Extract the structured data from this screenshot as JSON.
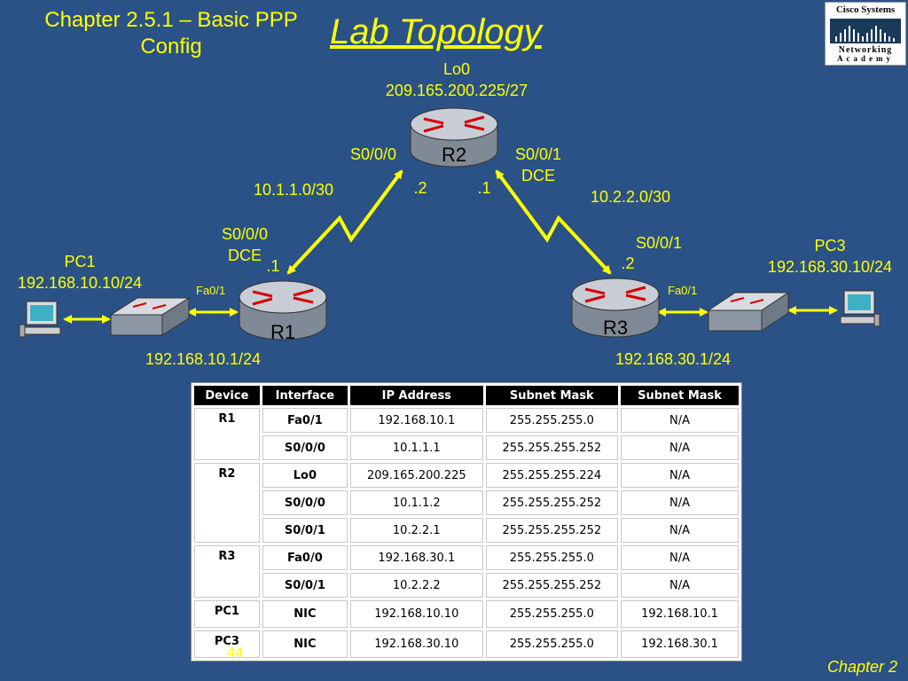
{
  "header": {
    "chapter_line1": "Chapter 2.5.1 – Basic PPP",
    "chapter_line2": "Config",
    "title": "Lab Topology"
  },
  "logo": {
    "line1": "Cisco Systems",
    "line2": "Networking",
    "line3": "Academy"
  },
  "topology": {
    "devices": {
      "r1": "R1",
      "r2": "R2",
      "r3": "R3",
      "pc1": "PC1",
      "pc3": "PC3"
    },
    "labels": {
      "r2_lo0": "Lo0",
      "r2_lo0_ip": "209.165.200.225/27",
      "r2_s000": "S0/0/0",
      "r2_s001": "S0/0/1",
      "r2_dce": "DCE",
      "net_10_1": "10.1.1.0/30",
      "net_10_2": "10.2.2.0/30",
      "r2_left_host": ".2",
      "r2_right_host": ".1",
      "r1_s000": "S0/0/0",
      "r1_dce": "DCE",
      "r1_host": ".1",
      "r3_s001": "S0/0/1",
      "r3_host": ".2",
      "pc1_ip": "192.168.10.10/24",
      "pc3_ip": "192.168.30.10/24",
      "r1_fa": "Fa0/1",
      "r3_fa": "Fa0/1",
      "r1_lan_ip": "192.168.10.1/24",
      "r3_lan_ip": "192.168.30.1/24"
    }
  },
  "table": {
    "headers": [
      "Device",
      "Interface",
      "IP Address",
      "Subnet Mask",
      "Subnet Mask"
    ],
    "rows": [
      {
        "device": "R1",
        "interface": "Fa0/1",
        "ip": "192.168.10.1",
        "mask": "255.255.255.0",
        "gw": "N/A"
      },
      {
        "device": "",
        "interface": "S0/0/0",
        "ip": "10.1.1.1",
        "mask": "255.255.255.252",
        "gw": "N/A"
      },
      {
        "device": "R2",
        "interface": "Lo0",
        "ip": "209.165.200.225",
        "mask": "255.255.255.224",
        "gw": "N/A"
      },
      {
        "device": "",
        "interface": "S0/0/0",
        "ip": "10.1.1.2",
        "mask": "255.255.255.252",
        "gw": "N/A"
      },
      {
        "device": "",
        "interface": "S0/0/1",
        "ip": "10.2.2.1",
        "mask": "255.255.255.252",
        "gw": "N/A"
      },
      {
        "device": "R3",
        "interface": "Fa0/0",
        "ip": "192.168.30.1",
        "mask": "255.255.255.0",
        "gw": "N/A"
      },
      {
        "device": "",
        "interface": "S0/0/1",
        "ip": "10.2.2.2",
        "mask": "255.255.255.252",
        "gw": "N/A"
      },
      {
        "device": "PC1",
        "interface": "NIC",
        "ip": "192.168.10.10",
        "mask": "255.255.255.0",
        "gw": "192.168.10.1"
      },
      {
        "device": "PC3",
        "interface": "NIC",
        "ip": "192.168.30.10",
        "mask": "255.255.255.0",
        "gw": "192.168.30.1"
      }
    ]
  },
  "footer": {
    "page": "44",
    "chapter": "Chapter 2"
  },
  "colors": {
    "background": "#2a5286",
    "accent": "#ffff00",
    "router_body": "#1a3f6f"
  }
}
